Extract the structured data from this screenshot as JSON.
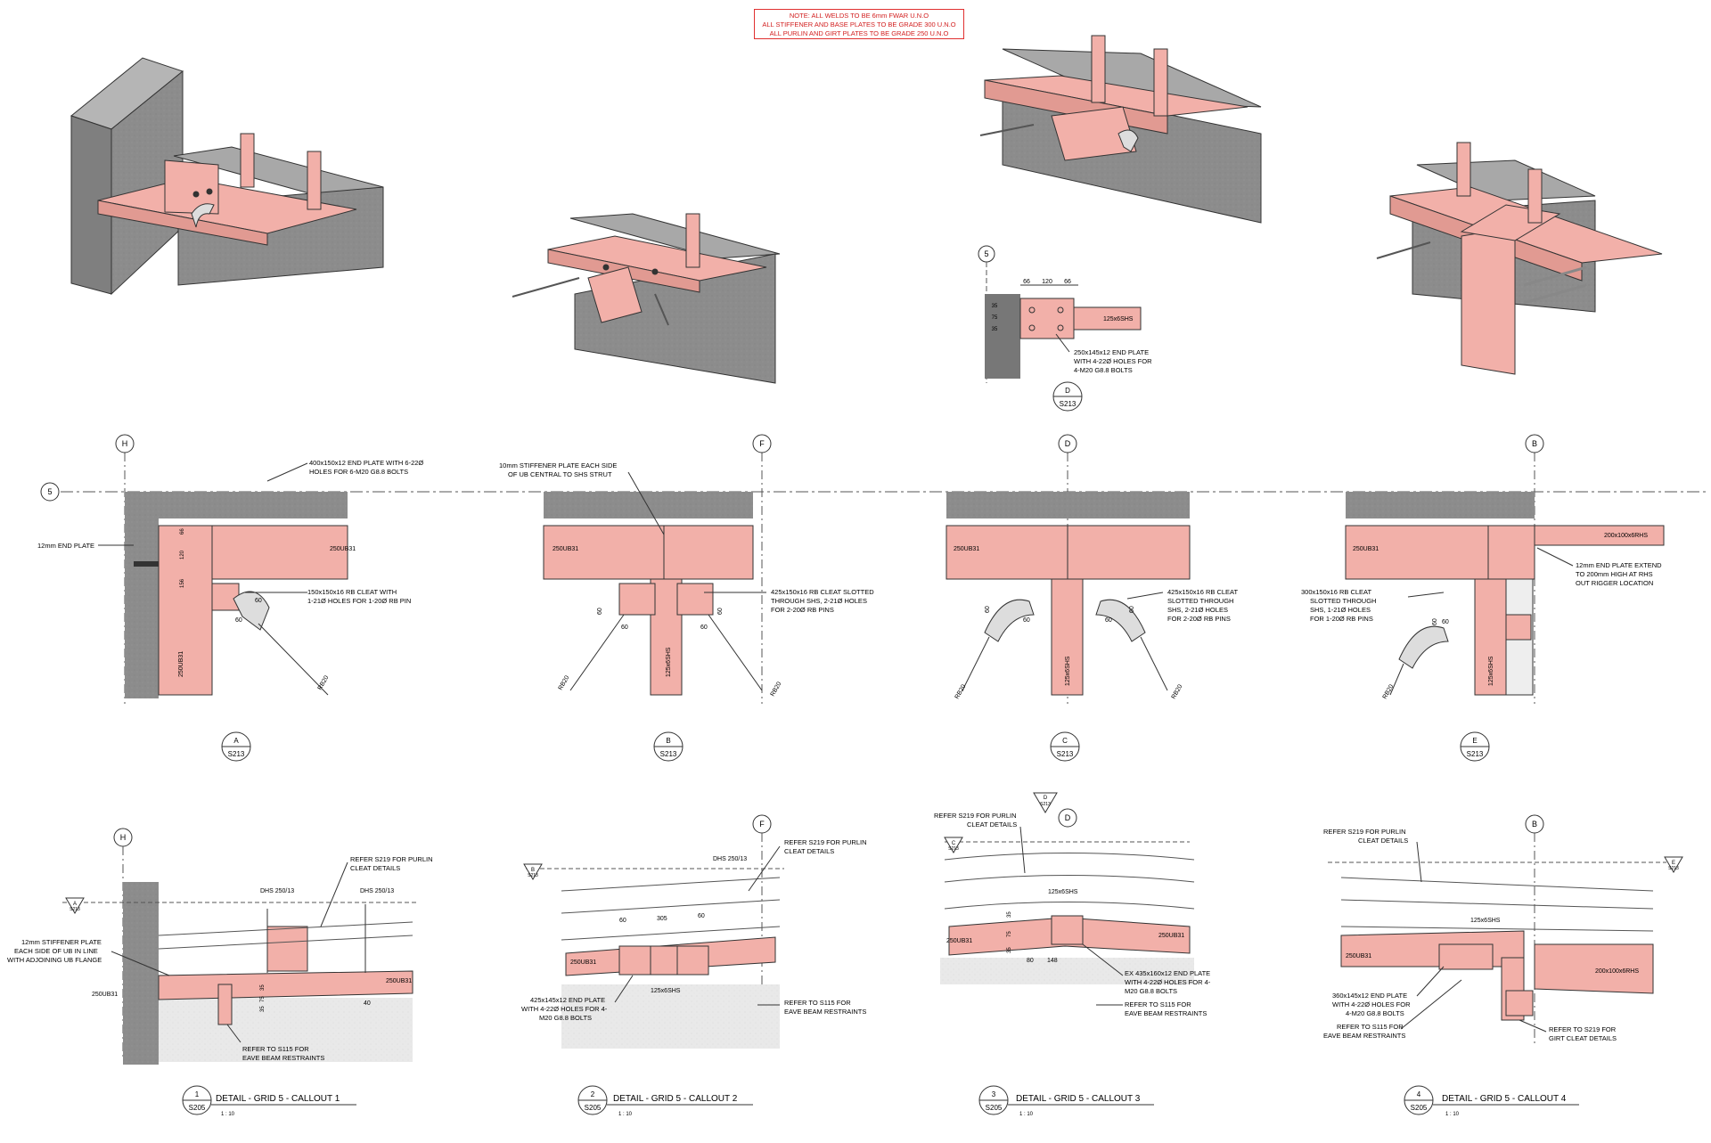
{
  "note": {
    "lines": [
      "NOTE: ALL WELDS TO BE 6mm FWAR U.N.O",
      "ALL STIFFENER AND BASE PLATES TO BE GRADE 300 U.N.O",
      "ALL PURLIN AND GIRT PLATES TO BE GRADE 250 U.N.O"
    ]
  },
  "colors": {
    "steel": "#f3b0aa",
    "steel_edge": "#9a4a44",
    "concrete": "#8e8e8e",
    "note_red": "#d22020",
    "line": "#333333"
  },
  "iso_detail_d": {
    "grid": "5",
    "dims": [
      "66",
      "120",
      "66"
    ],
    "vert_dims": [
      "35",
      "75",
      "35"
    ],
    "member": "125x6SHS",
    "note": [
      "250x145x12 END PLATE",
      "WITH 4-22Ø HOLES FOR",
      "4-M20 G8.8 BOLTS"
    ],
    "tag_letter": "D",
    "tag_sheet": "S213"
  },
  "plan_views": [
    {
      "grid": "H",
      "row_grid": "5",
      "notes": [
        [
          "400x150x12 END PLATE WITH 6-22Ø",
          "HOLES FOR 6-M20 G8.8 BOLTS"
        ],
        [
          "12mm END PLATE"
        ],
        [
          "150x150x16 RB CLEAT WITH",
          "1-21Ø HOLES FOR 1-20Ø RB PIN"
        ]
      ],
      "dims": [
        "66",
        "120",
        "156",
        "60",
        "60"
      ],
      "members": [
        "250UB31",
        "250UB31",
        "RB20"
      ],
      "tag_letter": "A",
      "tag_sheet": "S213"
    },
    {
      "grid": "F",
      "notes": [
        [
          "10mm STIFFENER PLATE EACH SIDE",
          "OF UB CENTRAL TO SHS STRUT"
        ],
        [
          "425x150x16 RB CLEAT SLOTTED",
          "THROUGH SHS, 2-21Ø HOLES",
          "FOR 2-20Ø RB PINS"
        ]
      ],
      "dims": [
        "60",
        "60",
        "60",
        "60"
      ],
      "members": [
        "250UB31",
        "125x6SHS",
        "RB20",
        "RB20"
      ],
      "tag_letter": "B",
      "tag_sheet": "S213"
    },
    {
      "grid": "D",
      "notes": [
        [
          "425x150x16 RB CLEAT",
          "SLOTTED THROUGH",
          "SHS, 2-21Ø HOLES",
          "FOR 2-20Ø RB PINS"
        ]
      ],
      "dims": [
        "60",
        "60",
        "60",
        "60"
      ],
      "members": [
        "250UB31",
        "125x6SHS",
        "RB20",
        "RB20"
      ],
      "tag_letter": "C",
      "tag_sheet": "S213"
    },
    {
      "grid": "B",
      "notes": [
        [
          "300x150x16 RB CLEAT",
          "SLOTTED THROUGH",
          "SHS, 1-21Ø HOLES",
          "FOR 1-20Ø RB PINS"
        ],
        [
          "12mm END PLATE EXTEND",
          "TO 200mm HIGH AT RHS",
          "OUT RIGGER LOCATION"
        ]
      ],
      "dims": [
        "60",
        "60"
      ],
      "members": [
        "250UB31",
        "200x100x6RHS",
        "125x6SHS",
        "RB20"
      ],
      "tag_letter": "E",
      "tag_sheet": "S213"
    }
  ],
  "details": [
    {
      "num": "1",
      "sheet": "S205",
      "title": "DETAIL - GRID 5 - CALLOUT 1",
      "scale": "1 : 10",
      "grid": "H",
      "section_tag": {
        "letter": "A",
        "sheet": "S213"
      },
      "notes": [
        [
          "REFER S219 FOR PURLIN",
          "CLEAT DETAILS"
        ],
        [
          "12mm STIFFENER PLATE",
          "EACH SIDE OF UB IN LINE",
          "WITH ADJOINING UB FLANGE"
        ],
        [
          "REFER TO S115 FOR",
          "EAVE BEAM RESTRAINTS"
        ]
      ],
      "labels": [
        "DHS 250/13",
        "DHS 250/13",
        "250UB31",
        "250UB31"
      ],
      "dims": [
        "35",
        "75",
        "35",
        "40"
      ]
    },
    {
      "num": "2",
      "sheet": "S205",
      "title": "DETAIL - GRID 5 - CALLOUT 2",
      "scale": "1 : 10",
      "grid": "F",
      "section_tag": {
        "letter": "B",
        "sheet": "S213"
      },
      "notes": [
        [
          "REFER S219 FOR PURLIN",
          "CLEAT DETAILS"
        ],
        [
          "425x145x12 END PLATE",
          "WITH 4-22Ø HOLES FOR 4-",
          "M20 G8.8 BOLTS"
        ],
        [
          "REFER TO S115 FOR",
          "EAVE BEAM RESTRAINTS"
        ]
      ],
      "labels": [
        "DHS 250/13",
        "250UB31",
        "125x6SHS"
      ],
      "dims": [
        "60",
        "305",
        "60"
      ]
    },
    {
      "num": "3",
      "sheet": "S205",
      "title": "DETAIL - GRID 5 - CALLOUT 3",
      "scale": "1 : 10",
      "grid": "D",
      "section_tag": {
        "letter": "C",
        "sheet": "S213"
      },
      "top_tag": {
        "letter": "D",
        "sheet": "S213"
      },
      "notes": [
        [
          "REFER S219 FOR PURLIN",
          "CLEAT DETAILS"
        ],
        [
          "EX 435x160x12 END PLATE",
          "WITH 4-22Ø HOLES FOR 4-",
          "M20 G8.8 BOLTS"
        ],
        [
          "REFER TO S115 FOR",
          "EAVE BEAM RESTRAINTS"
        ]
      ],
      "labels": [
        "125x6SHS",
        "250UB31",
        "250UB31"
      ],
      "dims": [
        "35",
        "75",
        "35",
        "80",
        "148"
      ]
    },
    {
      "num": "4",
      "sheet": "S205",
      "title": "DETAIL - GRID 5 - CALLOUT 4",
      "scale": "1 : 10",
      "grid": "B",
      "section_tag": {
        "letter": "E",
        "sheet": "S213"
      },
      "notes": [
        [
          "REFER S219 FOR PURLIN",
          "CLEAT DETAILS"
        ],
        [
          "360x145x12 END PLATE",
          "WITH 4-22Ø HOLES FOR",
          "4-M20 G8.8 BOLTS"
        ],
        [
          "REFER TO S115 FOR",
          "EAVE BEAM RESTRAINTS"
        ],
        [
          "REFER TO S219 FOR",
          "GIRT CLEAT DETAILS"
        ]
      ],
      "labels": [
        "125x6SHS",
        "250UB31",
        "200x100x6RHS"
      ],
      "dims": []
    }
  ]
}
